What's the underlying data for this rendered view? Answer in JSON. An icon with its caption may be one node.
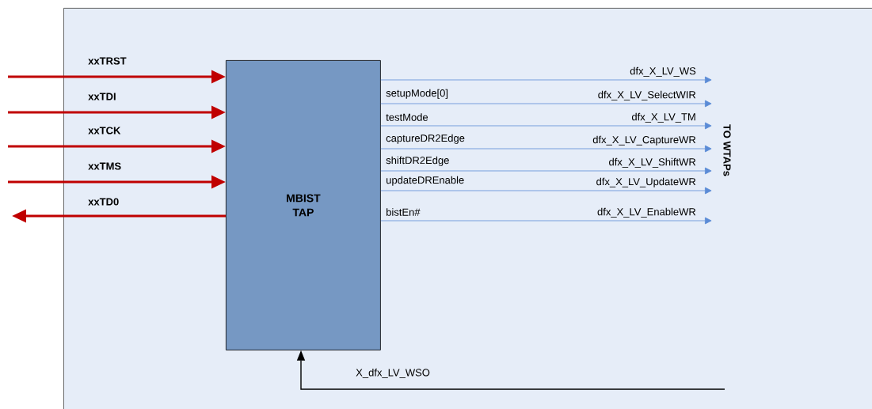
{
  "diagram": {
    "nodes": [
      {
        "text": [],
        "shape": "box"
      },
      {
        "text": [
          "MBIST TAP"
        ],
        "in": 0
      }
    ],
    "edges": [
      {
        "from": null,
        "to": 1,
        "arrow": "to",
        "label": "xxTRST",
        "style": "thick",
        "color": "#c00000"
      },
      {
        "from": null,
        "to": 1,
        "arrow": "to",
        "label": "xxTDI",
        "style": "thick",
        "color": "#c00000"
      },
      {
        "from": null,
        "to": 1,
        "arrow": "to",
        "label": "xxTCK",
        "style": "thick",
        "color": "#c00000"
      },
      {
        "from": null,
        "to": 1,
        "arrow": "to",
        "label": "xxTMS",
        "style": "thick",
        "color": "#c00000"
      },
      {
        "from": 1,
        "to": null,
        "arrow": "to",
        "label": "xxTD0",
        "style": "thick",
        "color": "#c00000"
      },
      {
        "from": 1,
        "to": null,
        "arrow": "to",
        "label": "dfx_X_LV_WS"
      },
      {
        "from": 1,
        "to": null,
        "arrow": "to",
        "label": "dfx_X_LV_SelectWIR"
      },
      {
        "from": 1,
        "to": null,
        "arrow": "to",
        "label": "dfx_X_LV_TM"
      },
      {
        "from": 1,
        "to": null,
        "arrow": "to",
        "label": "dfx_X_LV_CaptureWR"
      },
      {
        "from": 1,
        "to": null,
        "arrow": "to",
        "label": "dfx_X_LV_ShiftWR"
      },
      {
        "from": 1,
        "to": null,
        "arrow": "to",
        "label": "dfx_X_LV_UpdateWR"
      },
      {
        "from": 1,
        "to": null,
        "arrow": "to",
        "label": "dfx_X_LV_EnableWR"
      },
      {
        "from": null,
        "to": 1,
        "arrow": "to",
        "label": "X_dfx_LV_WSO",
        "color": "#000000"
      }
    ],
    "labels": [
      "setupMode[0]",
      "testMode",
      "captureDR2Edge",
      "shiftDR2Edge",
      "updateDREnable",
      "bistEn#",
      "TO WTAPs"
    ]
  }
}
